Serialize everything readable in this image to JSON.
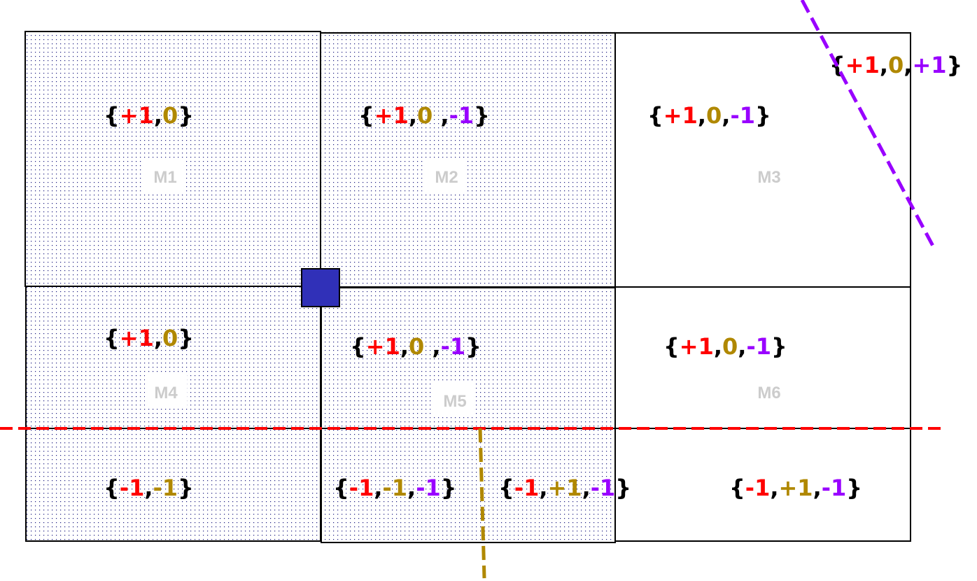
{
  "colors": {
    "red": "#ff0000",
    "gold": "#b08800",
    "purple": "#9900ff",
    "black": "#000000",
    "square": "#3030b8",
    "module_label": "#cccccc"
  },
  "modules": [
    "M1",
    "M2",
    "M3",
    "M4",
    "M5",
    "M6"
  ],
  "labels": [
    [
      [
        "{",
        "black"
      ],
      [
        "+1",
        "red"
      ],
      [
        ",",
        "black"
      ],
      [
        "0",
        "gold"
      ],
      [
        "}",
        "black"
      ]
    ],
    [
      [
        "{",
        "black"
      ],
      [
        "+1",
        "red"
      ],
      [
        ",",
        "black"
      ],
      [
        "0",
        "gold"
      ],
      [
        " ,",
        "black"
      ],
      [
        "-1",
        "purple"
      ],
      [
        "}",
        "black"
      ]
    ],
    [
      [
        "{",
        "black"
      ],
      [
        "+1",
        "red"
      ],
      [
        ",",
        "black"
      ],
      [
        "0",
        "gold"
      ],
      [
        ",",
        "black"
      ],
      [
        "-1",
        "purple"
      ],
      [
        "}",
        "black"
      ]
    ],
    [
      [
        "{",
        "black"
      ],
      [
        "+1",
        "red"
      ],
      [
        ",",
        "black"
      ],
      [
        "0",
        "gold"
      ],
      [
        ",",
        "black"
      ],
      [
        "+1",
        "purple"
      ],
      [
        "}",
        "black"
      ]
    ],
    [
      [
        "{",
        "black"
      ],
      [
        "+1",
        "red"
      ],
      [
        ",",
        "black"
      ],
      [
        "0",
        "gold"
      ],
      [
        "}",
        "black"
      ]
    ],
    [
      [
        "{",
        "black"
      ],
      [
        "+1",
        "red"
      ],
      [
        ",",
        "black"
      ],
      [
        "0",
        "gold"
      ],
      [
        " ,",
        "black"
      ],
      [
        "-1",
        "purple"
      ],
      [
        "}",
        "black"
      ]
    ],
    [
      [
        "{",
        "black"
      ],
      [
        "+1",
        "red"
      ],
      [
        ",",
        "black"
      ],
      [
        "0",
        "gold"
      ],
      [
        ",",
        "black"
      ],
      [
        "-1",
        "purple"
      ],
      [
        "}",
        "black"
      ]
    ],
    [
      [
        "{",
        "black"
      ],
      [
        "-1",
        "red"
      ],
      [
        ",",
        "black"
      ],
      [
        "-1",
        "gold"
      ],
      [
        "}",
        "black"
      ]
    ],
    [
      [
        "{",
        "black"
      ],
      [
        "-1",
        "red"
      ],
      [
        ",",
        "black"
      ],
      [
        "-1",
        "gold"
      ],
      [
        ",",
        "black"
      ],
      [
        "-1",
        "purple"
      ],
      [
        "}",
        "black"
      ]
    ],
    [
      [
        "{",
        "black"
      ],
      [
        "-1",
        "red"
      ],
      [
        ",",
        "black"
      ],
      [
        "+1",
        "gold"
      ],
      [
        ",",
        "black"
      ],
      [
        "-1",
        "purple"
      ],
      [
        "}",
        "black"
      ]
    ],
    [
      [
        "{",
        "black"
      ],
      [
        "-1",
        "red"
      ],
      [
        ",",
        "black"
      ],
      [
        "+1",
        "gold"
      ],
      [
        ",",
        "black"
      ],
      [
        "-1",
        "purple"
      ],
      [
        "}",
        "black"
      ]
    ]
  ]
}
